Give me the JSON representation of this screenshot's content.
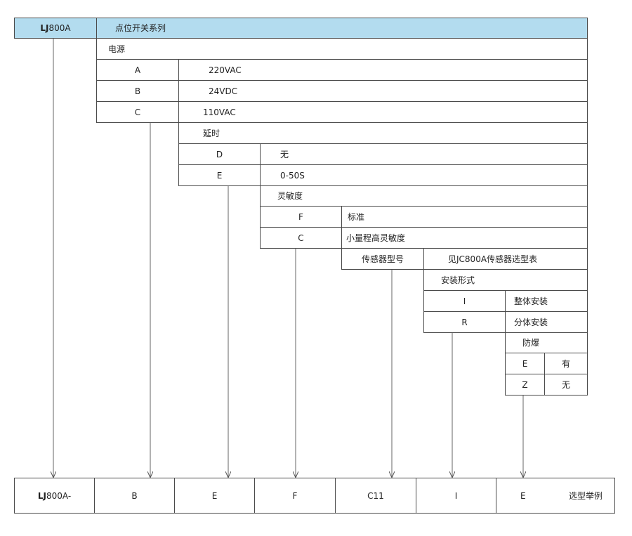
{
  "header": {
    "code_bold": "LJ",
    "code_rest": "800A",
    "title": "点位开关系列"
  },
  "power": {
    "label": "电源",
    "options": [
      {
        "code": "A",
        "value": "220VAC"
      },
      {
        "code": "B",
        "value": "24VDC"
      },
      {
        "code": "C",
        "value": "110VAC"
      }
    ]
  },
  "delay": {
    "label": "延时",
    "options": [
      {
        "code": "D",
        "value": "无"
      },
      {
        "code": "E",
        "value": "0-50S"
      }
    ]
  },
  "sensitivity": {
    "label": "灵敏度",
    "options": [
      {
        "code": "F",
        "value": "标准"
      },
      {
        "code": "C",
        "value": "小量程高灵敏度"
      }
    ]
  },
  "sensor": {
    "label": "传感器型号",
    "value": "见JC800A传感器选型表"
  },
  "mounting": {
    "label": "安装形式",
    "options": [
      {
        "code": "I",
        "value": "整体安装"
      },
      {
        "code": "R",
        "value": "分体安装"
      }
    ]
  },
  "explosion": {
    "label": "防爆",
    "options": [
      {
        "code": "E",
        "value": "有"
      },
      {
        "code": "Z",
        "value": "无"
      }
    ]
  },
  "example": {
    "first_bold": "LJ",
    "first_rest": "800A-",
    "cells": [
      "B",
      "E",
      "F",
      "C11",
      "I",
      "E"
    ],
    "note": "选型举例"
  }
}
